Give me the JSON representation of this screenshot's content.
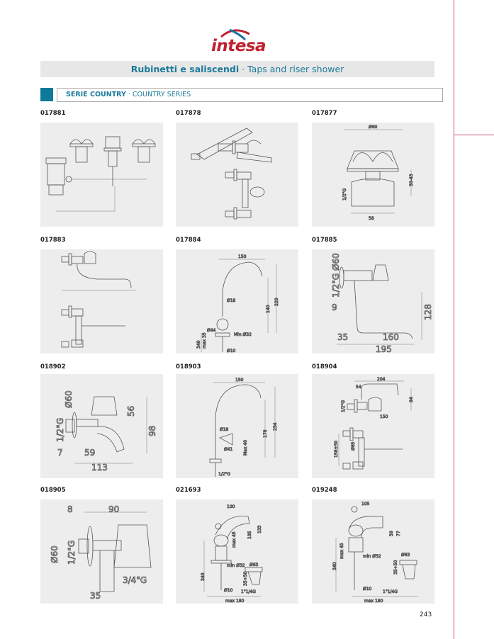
{
  "brand": {
    "logo_text": "intesa",
    "color": "#c0202f"
  },
  "header": {
    "title_it": "Rubinetti e saliscendi",
    "separator": " · ",
    "title_en": "Taps and riser shower"
  },
  "series": {
    "label_it": "SERIE COUNTRY",
    "separator": " · ",
    "label_en": "COUNTRY SERIES",
    "accent": "#0d7a9c"
  },
  "products": [
    {
      "code": "017881",
      "dims": []
    },
    {
      "code": "017878",
      "dims": []
    },
    {
      "code": "017877",
      "dims": [
        "Ø60",
        "30-43",
        "1/2\"G",
        "58"
      ]
    },
    {
      "code": "017883",
      "dims": []
    },
    {
      "code": "017884",
      "dims": [
        "150",
        "Ø18",
        "140",
        "220",
        "Ø44",
        "Min Ø32",
        "340",
        "max 35",
        "Ø10"
      ]
    },
    {
      "code": "017885",
      "dims": [
        "Ø60",
        "1/2\"G",
        "9",
        "128",
        "35",
        "160",
        "195"
      ]
    },
    {
      "code": "018902",
      "dims": [
        "Ø60",
        "1/2\"G",
        "56",
        "98",
        "7",
        "59",
        "113"
      ]
    },
    {
      "code": "018903",
      "dims": [
        "150",
        "Ø18",
        "178",
        "234",
        "Ø41",
        "Max 40",
        "1/2\"G"
      ]
    },
    {
      "code": "018904",
      "dims": [
        "204",
        "54",
        "1/2\"G",
        "94",
        "150",
        "Ø65",
        "158±30"
      ]
    },
    {
      "code": "018905",
      "dims": [
        "8",
        "90",
        "Ø60",
        "1/2\"G",
        "3/4\"G",
        "35"
      ]
    },
    {
      "code": "021693",
      "dims": [
        "100",
        "max 45",
        "105",
        "133",
        "min Ø32",
        "Ø63",
        "340",
        "35÷50",
        "Ø10",
        "1\"1/4G",
        "max 180"
      ]
    },
    {
      "code": "019248",
      "dims": [
        "105",
        "59",
        "77",
        "340",
        "max 45",
        "min Ø32",
        "Ø63",
        "35÷50",
        "Ø10",
        "1\"1/4G",
        "max 180"
      ]
    }
  ],
  "page_number": "243"
}
